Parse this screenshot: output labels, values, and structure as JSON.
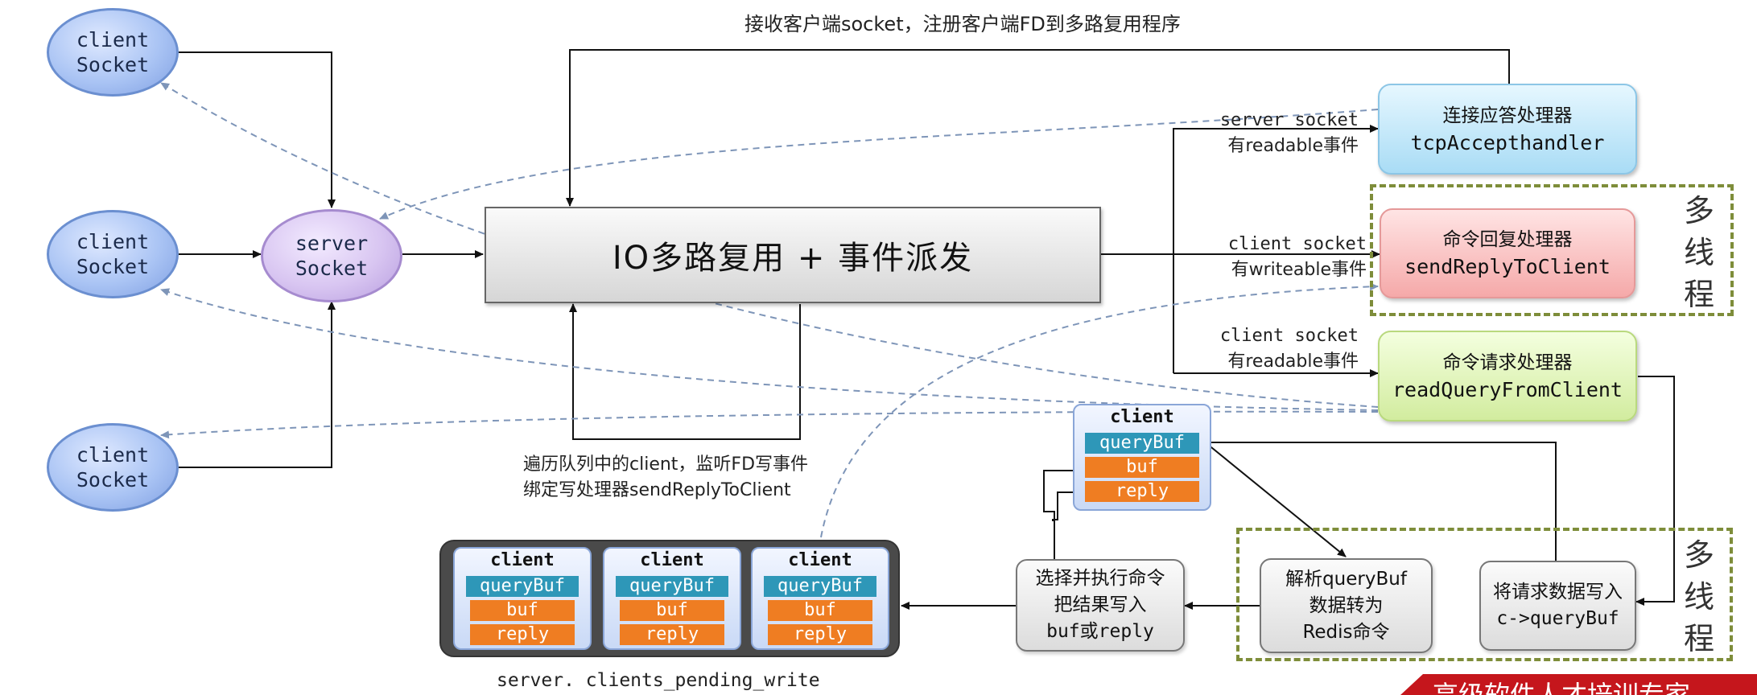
{
  "top_note": "接收客户端socket，注册客户端FD到多路复用程序",
  "client_socket": {
    "line1": "client",
    "line2": "Socket"
  },
  "server_socket": {
    "line1": "server",
    "line2": "Socket"
  },
  "dispatcher": {
    "label": "IO多路复用  +  事件派发"
  },
  "events": {
    "accept": {
      "line1": "server socket",
      "line2": "有readable事件"
    },
    "write": {
      "line1": "client socket",
      "line2": "有writeable事件"
    },
    "read": {
      "line1": "client socket",
      "line2": "有readable事件"
    }
  },
  "handlers": {
    "accept": {
      "title": "连接应答处理器",
      "code": "tcpAccepthandler"
    },
    "reply": {
      "title": "命令回复处理器",
      "code": "sendReplyToClient"
    },
    "query": {
      "title": "命令请求处理器",
      "code": "readQueryFromClient"
    }
  },
  "multithread": [
    "多",
    "线",
    "程"
  ],
  "client_struct": {
    "title": "client",
    "fields": [
      "queryBuf",
      "buf",
      "reply"
    ]
  },
  "loop_note": {
    "line1": "遍历队列中的client，监听FD写事件",
    "line2": "绑定写处理器sendReplyToClient"
  },
  "steps": {
    "write_query": {
      "line1": "将请求数据写入",
      "line2": "c->queryBuf"
    },
    "parse": {
      "line1": "解析queryBuf",
      "line2": "数据转为",
      "line3": "Redis命令"
    },
    "execute": {
      "line1": "选择并执行命令",
      "line2": "把结果写入",
      "line3": "buf或reply"
    }
  },
  "pending_queue": {
    "label": "server. clients_pending_write"
  },
  "banner": "高级软件人才培训专家",
  "colors": {
    "accent_red": "#c5161c",
    "dash_olive": "#7e8d3a",
    "chip_teal": "#2e97b8",
    "chip_orange": "#ef7d22"
  }
}
